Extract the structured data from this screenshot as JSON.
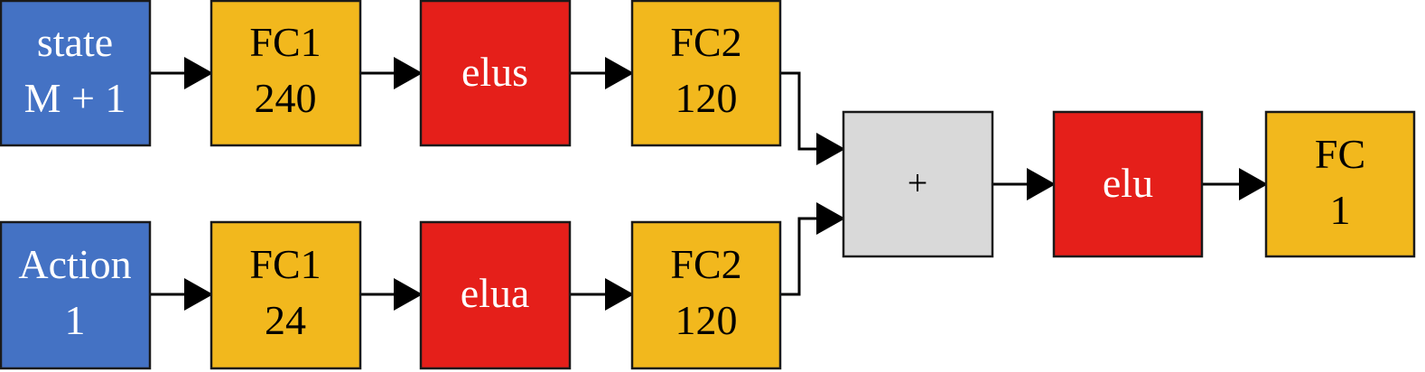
{
  "colors": {
    "input": "#4472c4",
    "fc": "#f2b81d",
    "activation": "#e51f1a",
    "sum": "#d9d9d9",
    "border": "#1a1a1a",
    "arrow": "#000000",
    "text_light": "#ffffff",
    "text_dark": "#000000"
  },
  "state_branch": {
    "input": {
      "line1": "state",
      "line2": "M + 1"
    },
    "fc1": {
      "line1": "FC1",
      "line2": "240"
    },
    "activation": {
      "label": "elus"
    },
    "fc2": {
      "line1": "FC2",
      "line2": "120"
    }
  },
  "action_branch": {
    "input": {
      "line1": "Action",
      "line2": "1"
    },
    "fc1": {
      "line1": "FC1",
      "line2": "24"
    },
    "activation": {
      "label": "elua"
    },
    "fc2": {
      "line1": "FC2",
      "line2": "120"
    }
  },
  "merge": {
    "sum": {
      "label": "+"
    },
    "activation": {
      "label": "elu"
    },
    "output": {
      "line1": "FC",
      "line2": "1"
    }
  }
}
